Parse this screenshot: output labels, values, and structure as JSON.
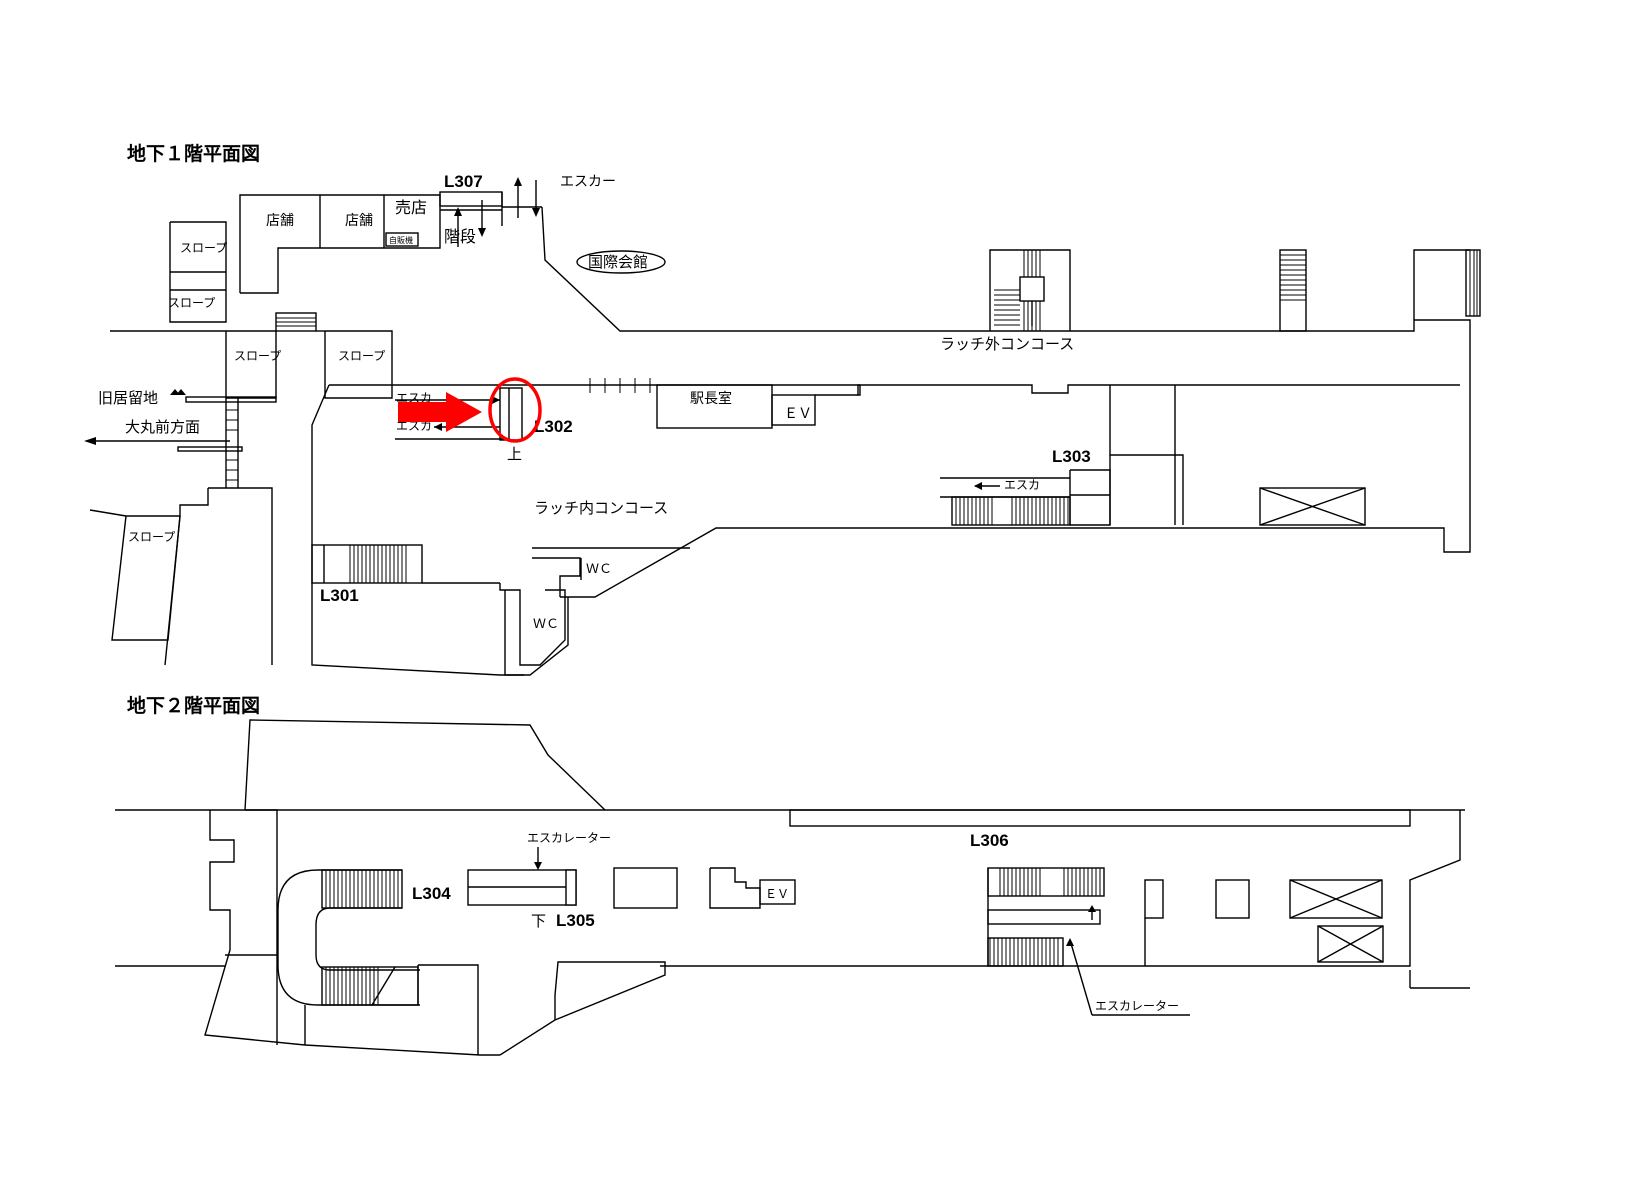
{
  "b1": {
    "heading": "地下１階平面図",
    "codes": {
      "l307": "L307",
      "l302": "L302",
      "l303": "L303",
      "l301": "L301"
    },
    "labels": {
      "shop1": "店舗",
      "shop2": "店舗",
      "kiosk": "売店",
      "vending": "自販機",
      "stairs": "階段",
      "escalator_top": "エスカー",
      "kokusai": "国際会館",
      "slope1": "スロープ",
      "slope2": "スロープ",
      "slope3": "スロープ",
      "slope4": "スロープ",
      "slope5": "スロープ",
      "kyukyo": "旧居留地",
      "daimaru": "大丸前方面",
      "esca_upper": "エスカ",
      "esca_lower": "エスカ",
      "up": "上",
      "station_master": "駅長室",
      "ev": "ＥＶ",
      "outside_concourse": "ラッチ外コンコース",
      "inside_concourse": "ラッチ内コンコース",
      "esca_l303": "エスカ",
      "wc1": "ＷＣ",
      "wc2": "ＷＣ"
    },
    "marker_color": "#ff0000"
  },
  "b2": {
    "heading": "地下２階平面図",
    "codes": {
      "l304": "L304",
      "l305": "L305",
      "l306": "L306"
    },
    "labels": {
      "escalator1": "エスカレーター",
      "escalator2": "エスカレーター",
      "down": "下",
      "ev": "ＥＶ"
    }
  }
}
